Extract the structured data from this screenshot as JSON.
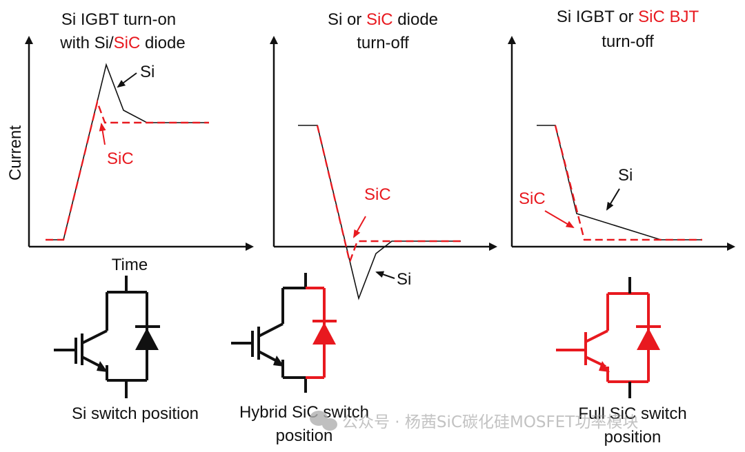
{
  "panels": [
    {
      "title_line1_a": "Si IGBT turn-on",
      "title_line2_a": "with Si/",
      "title_line2_b": "SiC",
      "title_line2_c": " diode",
      "label_si": "Si",
      "label_sic": "SiC",
      "circuit_caption": "Si switch position"
    },
    {
      "title_line1_a": "Si or ",
      "title_line1_b": "SiC",
      "title_line1_c": " diode",
      "title_line2": "turn-off",
      "label_si": "Si",
      "label_sic": "SiC",
      "circuit_caption_line1": "Hybrid SiC switch",
      "circuit_caption_line2": "position"
    },
    {
      "title_line1_a": "Si IGBT or ",
      "title_line1_b": "SiC BJT",
      "title_line2": "turn-off",
      "label_si": "Si",
      "label_sic": "SiC",
      "circuit_caption_line1": "Full SiC switch",
      "circuit_caption_line2": "position"
    }
  ],
  "axes": {
    "ylabel": "Current",
    "xlabel": "Time"
  },
  "colors": {
    "si": "#111111",
    "sic": "#e8191f"
  },
  "watermark": "公众号 · 杨茜SiC碳化硅MOSFET功率模块"
}
